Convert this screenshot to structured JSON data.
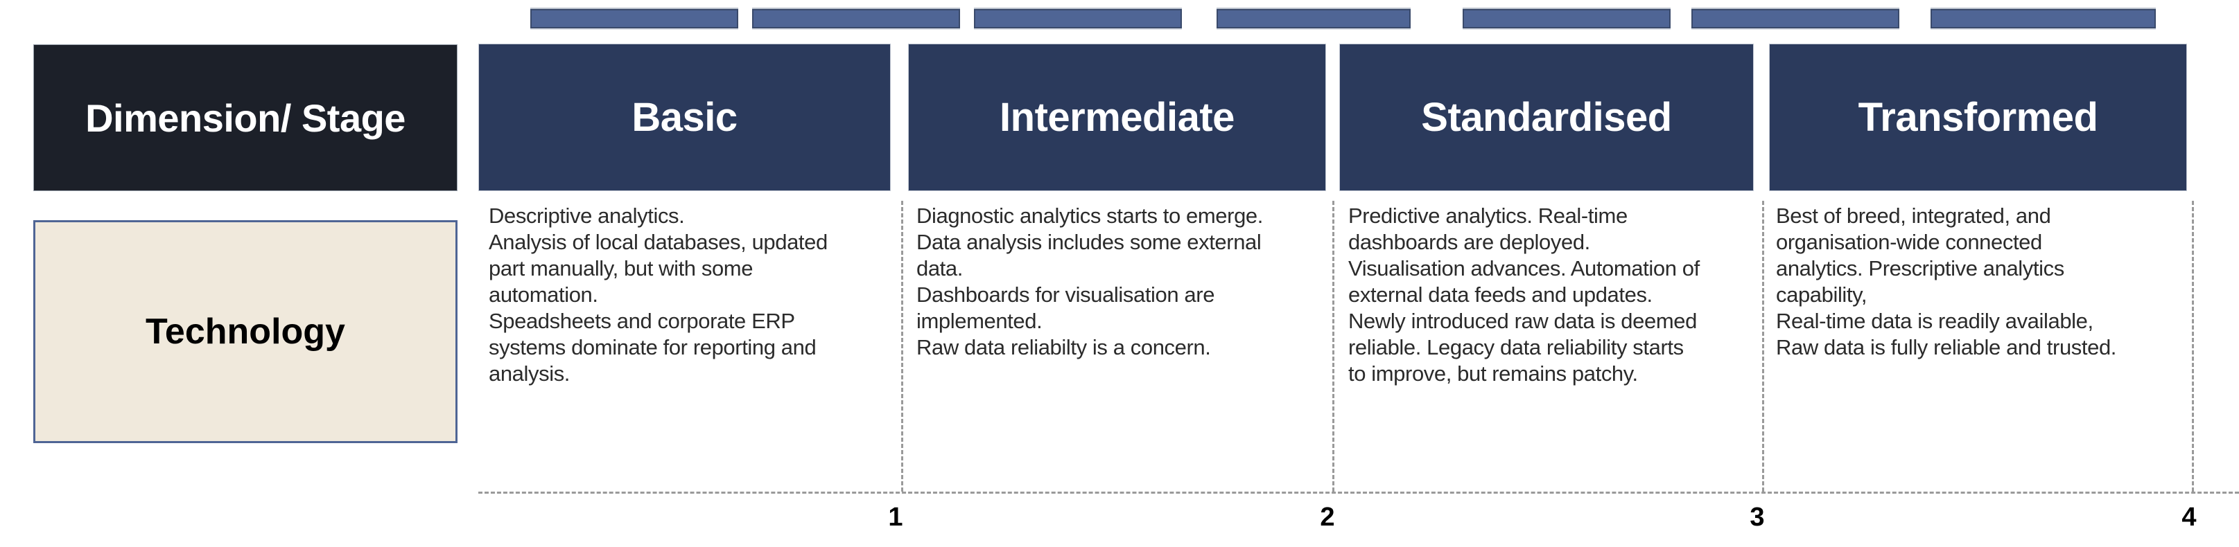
{
  "matrix": {
    "corner_label": "Dimension/ Stage",
    "row_label": "Technology",
    "stages": [
      {
        "name": "Basic",
        "body": "Descriptive analytics.\nAnalysis of local databases, updated\npart manually, but with some\nautomation.\nSpeadsheets and corporate ERP\nsystems dominate for reporting and\nanalysis."
      },
      {
        "name": "Intermediate",
        "body": "Diagnostic analytics starts to emerge.\nData analysis includes some external\ndata.\nDashboards for visualisation are\nimplemented.\nRaw data reliabilty is a concern."
      },
      {
        "name": "Standardised",
        "body": "Predictive analytics. Real-time\ndashboards are deployed.\nVisualisation advances. Automation of\nexternal data feeds and updates.\nNewly introduced raw data is deemed\nreliable. Legacy data reliability starts\nto improve, but remains patchy."
      },
      {
        "name": "Transformed",
        "body": "Best of breed, integrated, and\norganisation-wide connected\nanalytics. Prescriptive analytics\ncapability,\nReal-time data is readily available,\nRaw data is fully reliable and trusted."
      }
    ],
    "scale_numbers": [
      "1",
      "2",
      "3",
      "4"
    ],
    "progress_bars_count": 7,
    "colors": {
      "header_navy": "#2B3A5C",
      "corner_dark": "#1C2029",
      "row_label_cream": "#F0E9DC",
      "bar_blue": "#4F6595",
      "bar_border": "#3A4A6B",
      "dash_grey": "#9A9A9A",
      "body_text": "#2B2B2B"
    }
  }
}
